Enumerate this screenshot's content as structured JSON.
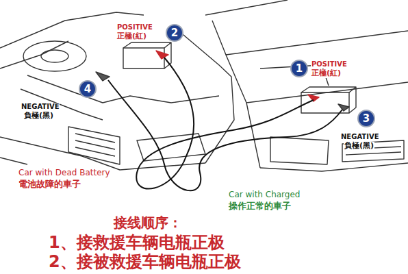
{
  "diagram": {
    "nodes": [
      {
        "text": [
          "2"
        ]
      },
      {
        "text": [
          "1"
        ]
      },
      {
        "text": [
          "4"
        ]
      },
      {
        "text": [
          "3"
        ]
      }
    ],
    "labels": [
      "POSITIVE",
      "正極(紅)",
      "POSITIVE",
      "正極(紅)",
      "NEGATIVE",
      "負極(黑)",
      "NEGATIVE",
      "負極(黑)",
      "Car with Dead Battery",
      "電池故障的車子",
      "Car with Charged",
      "操作正常的車子",
      "接线顺序：",
      "1、接救援车辆电瓶正极",
      "2、接被救援车辆电瓶正极"
    ]
  }
}
